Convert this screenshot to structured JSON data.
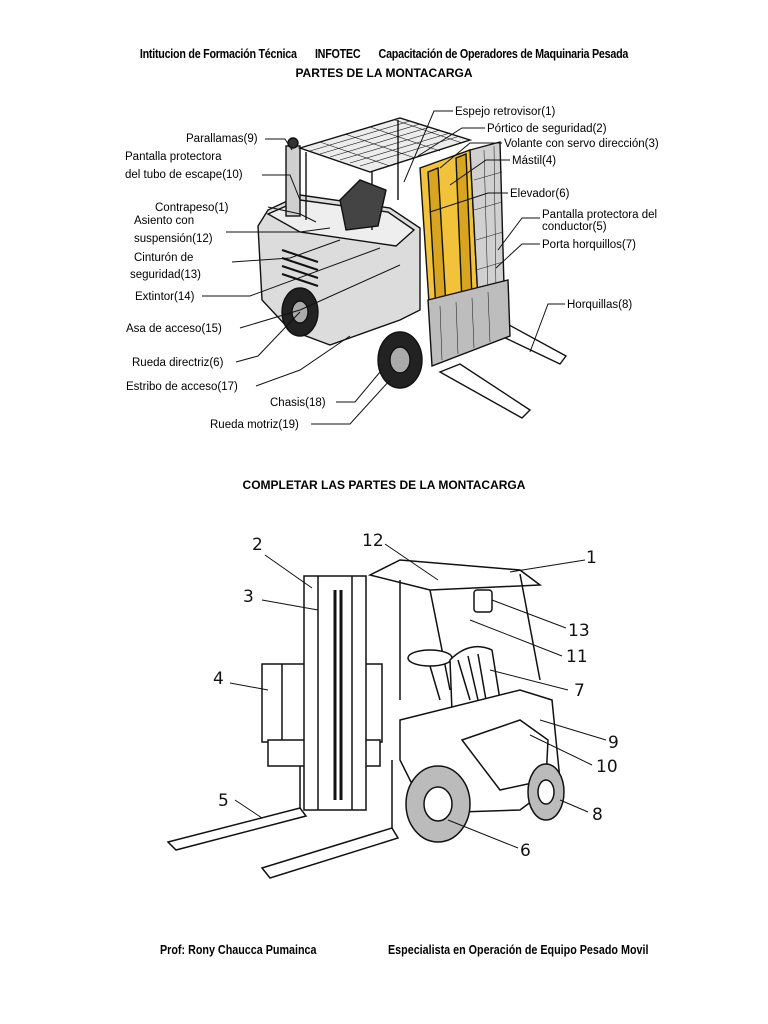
{
  "header": {
    "institution": "Intitucion de Formación Técnica",
    "brand": "INFOTEC",
    "course": "Capacitación  de Operadores  de Maquinaria Pesada"
  },
  "section1_title": "PARTES DE LA MONTACARGA",
  "section2_title": "COMPLETAR LAS PARTES DE LA MONTACARGA",
  "labels": {
    "l_espejo": "Espejo retrovisor(1)",
    "l_portico": "Pórtico de seguridad(2)",
    "l_volante": "Volante con servo dirección(3)",
    "l_mastil": "Mástil(4)",
    "l_elevador": "Elevador(6)",
    "l_pantalla_cond_1": "Pantalla protectora del",
    "l_pantalla_cond_2": "conductor(5)",
    "l_porta": "Porta horquillos(7)",
    "l_horquillas": "Horquillas(8)",
    "l_parallamas": "Parallamas(9)",
    "l_pantalla_escape_1": "Pantalla protectora",
    "l_pantalla_escape_2": "del tubo de escape(10)",
    "l_contrapeso": "Contrapeso(1)",
    "l_asiento_1": "Asiento con",
    "l_asiento_2": "suspensión(12)",
    "l_cinturon_1": "Cinturón de",
    "l_cinturon_2": "seguridad(13)",
    "l_extintor": "Extintor(14)",
    "l_asa": "Asa de acceso(15)",
    "l_rueda_dir": "Rueda directriz(6)",
    "l_estribo": "Estribo de acceso(17)",
    "l_chasis": "Chasis(18)",
    "l_rueda_mot": "Rueda motriz(19)"
  },
  "numbers": {
    "n1": "1",
    "n2": "2",
    "n3": "3",
    "n4": "4",
    "n5": "5",
    "n6": "6",
    "n7": "7",
    "n8": "8",
    "n9": "9",
    "n10": "10",
    "n11": "11",
    "n12": "12",
    "n13": "13"
  },
  "colors": {
    "mast_yellow": "#f2c23a",
    "line": "#111111"
  },
  "footer": {
    "professor": "Prof: Rony Chaucca Pumainca",
    "role": "Especialista en Operación de Equipo Pesado Movil"
  }
}
